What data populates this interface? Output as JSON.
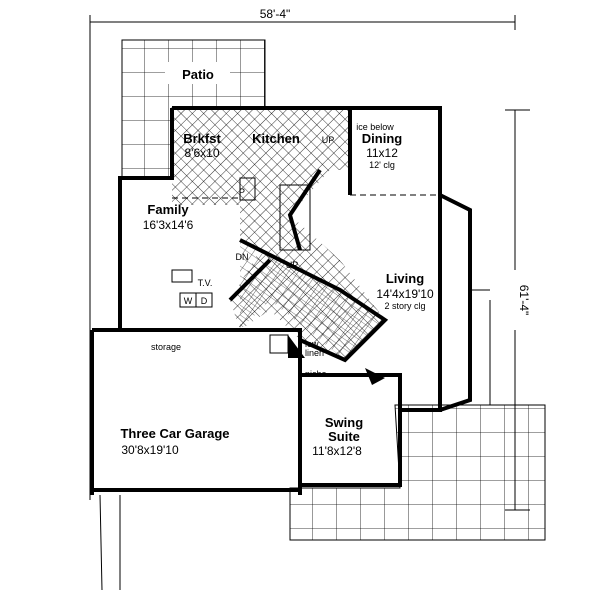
{
  "dimensions": {
    "width": "58'-4\"",
    "depth": "61'-4\""
  },
  "rooms": {
    "patio": {
      "name": "Patio"
    },
    "brkfst": {
      "name": "Brkfst",
      "size": "8'6x10"
    },
    "kitchen": {
      "name": "Kitchen"
    },
    "dining": {
      "name": "Dining",
      "size": "11x12",
      "note": "12' clg"
    },
    "family": {
      "name": "Family",
      "size": "16'3x14'6"
    },
    "living": {
      "name": "Living",
      "size": "14'4x19'10",
      "note": "2 story clg"
    },
    "garage": {
      "name": "Three Car Garage",
      "size": "30'8x19'10"
    },
    "swing": {
      "name1": "Swing",
      "name2": "Suite",
      "size": "11'8x12'8"
    }
  },
  "annotations": {
    "ice_below": "ice below",
    "pantry": "P",
    "tv": "T.V.",
    "washer": "W",
    "dryer": "D",
    "dn": "DN",
    "up": "UP",
    "up_kitchen": "UP",
    "storage": "storage",
    "low_linen_1": "low",
    "low_linen_2": "linen",
    "niche": "niche"
  }
}
